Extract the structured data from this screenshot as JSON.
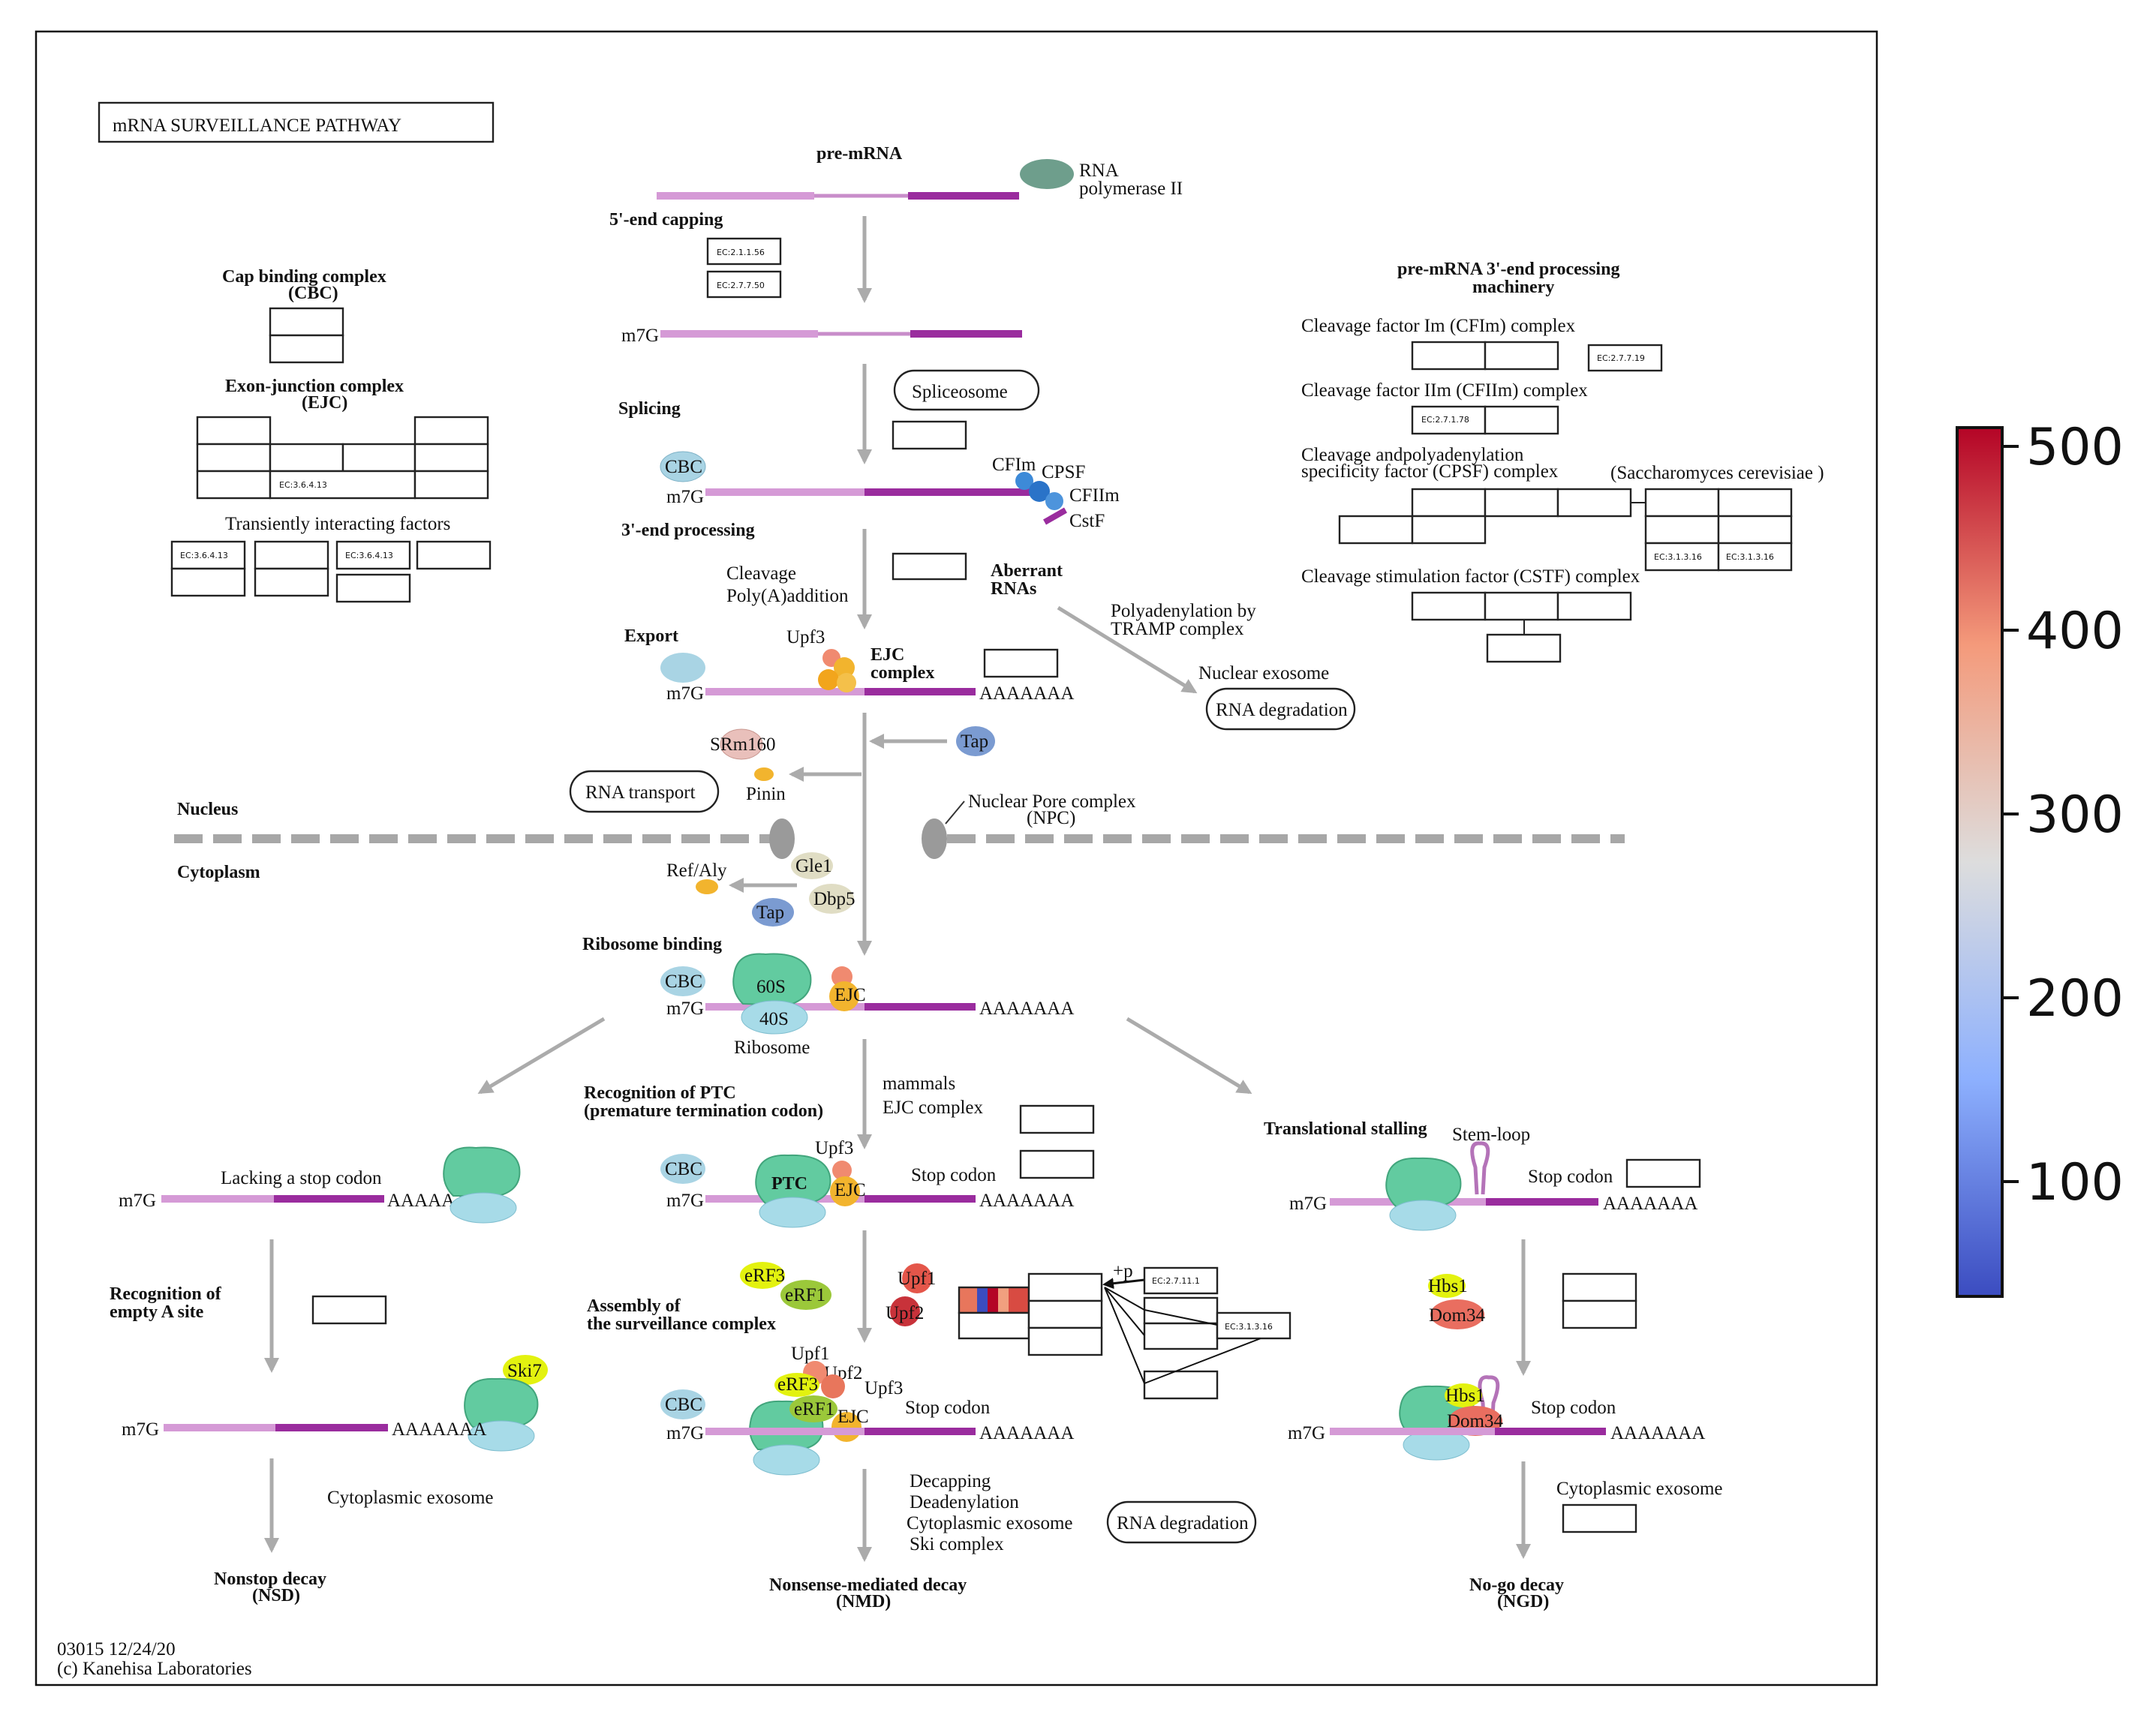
{
  "title": "mRNA  SURVEILLANCE  PATHWAY",
  "footer": {
    "id_date": "03015 12/24/20",
    "copyright": "(c) Kanehisa Laboratories"
  },
  "labels": {
    "pre_mrna": "pre-mRNA",
    "rna_pol": "RNA",
    "rna_pol2": "polymerase II",
    "capping": "5'-end capping",
    "cbc_title": "Cap binding complex",
    "cbc_sub": "(CBC)",
    "ejc_title": "Exon-junction complex",
    "ejc_sub": "(EJC)",
    "transient": "Transiently interacting factors",
    "splicing": "Splicing",
    "spliceosome": "Spliceosome",
    "end3_processing": "3'-end processing",
    "cleavage": "Cleavage",
    "polya_addition": "Poly(A)addition",
    "aberrant": "Aberrant",
    "aberrant2": "RNAs",
    "polyadenylation": "Polyadenylation by",
    "tramp": "TRAMP complex",
    "nuclear_exosome": "Nuclear exosome",
    "rna_degradation": "RNA degradation",
    "export": "Export",
    "ejc_complex": "EJC",
    "ejc_complex2": "complex",
    "srm160": "SRm160",
    "pinin": "Pinin",
    "rna_transport": "RNA transport",
    "tap": "Tap",
    "nucleus": "Nucleus",
    "cytoplasm": "Cytoplasm",
    "npc": "Nuclear Pore complex",
    "npc2": "(NPC)",
    "refaly": "Ref/Aly",
    "gle1": "Gle1",
    "dbp5": "Dbp5",
    "ribosome_binding": "Ribosome binding",
    "ribosome": "Ribosome",
    "s60": "60S",
    "s40": "40S",
    "cbc": "CBC",
    "ejc": "EJC",
    "m7g": "m7G",
    "polya": "AAAAAAA",
    "recog_ptc": "Recognition of PTC",
    "recog_ptc2": "(premature termination codon)",
    "mammals": "mammals",
    "mammals2": "EJC complex",
    "translational_stalling": "Translational stalling",
    "stem_loop": "Stem-loop",
    "stop_codon": "Stop codon",
    "lacking_stop": "Lacking a stop codon",
    "ptc": "PTC",
    "upf3": "Upf3",
    "upf1": "Upf1",
    "upf2": "Upf2",
    "erf3": "eRF3",
    "erf1": "eRF1",
    "hbs1": "Hbs1",
    "dom34": "Dom34",
    "ski7": "Ski7",
    "recog_empty": "Recognition of",
    "recog_empty2": "empty A site",
    "assembly": "Assembly of",
    "assembly2": "the surveillance complex",
    "plus_p": "+p",
    "cyto_exosome": "Cytoplasmic exosome",
    "decapping": "Decapping",
    "deadenylation": "Deadenylation",
    "cyto_exosome2": "Cytoplasmic exosome",
    "ski_complex": "Ski complex",
    "nsd": "Nonstop decay",
    "nsd2": "(NSD)",
    "nmd": "Nonsense-mediated decay",
    "nmd2": "(NMD)",
    "ngd": "No-go decay",
    "ngd2": "(NGD)",
    "machinery": "pre-mRNA 3'-end processing",
    "machinery2": "machinery",
    "cfim": "Cleavage factor Im (CFIm) complex",
    "cfiim": "Cleavage factor IIm (CFIIm) complex",
    "cpsf": "Cleavage andpolyadenylation",
    "cpsf2": "specificity factor (CPSF) complex",
    "yeast": "(Saccharomyces cerevisiae )",
    "cstf": "Cleavage stimulation factor (CSTF) complex",
    "cfim_s": "CFIm",
    "cpsf_s": "CPSF",
    "cfiim_s": "CFIIm",
    "cstf_s": "CstF"
  },
  "ec": {
    "e1": "EC:2.1.1.56",
    "e2": "EC:2.7.7.50",
    "e3": "EC:3.6.4.13",
    "e4": "EC:3.6.4.13",
    "e5": "EC:3.6.4.13",
    "e6": "EC:2.7.7.19",
    "e7": "EC:2.7.1.78",
    "e8": "EC:3.1.3.16",
    "e9": "EC:3.1.3.16",
    "e10": "EC:2.7.11.1",
    "e11": "EC:3.1.3.16"
  },
  "colorbar": {
    "ticks": [
      "500",
      "400",
      "300",
      "200",
      "100"
    ],
    "min": 40,
    "max": 515,
    "colors": [
      "#3b4cc0",
      "#8db0fe",
      "#dddddd",
      "#f49a7b",
      "#b40426"
    ]
  },
  "expression_colors": {
    "heat_cells": [
      "#e8765c",
      "#3b4cc0",
      "#b40426",
      "#f1a07f"
    ],
    "upf1": "#e4564a",
    "upf2": "#c8323a",
    "upf3_nmd": "#f08a70",
    "dom34": "#e96e60",
    "ski7": "#e3f20f",
    "hbs1": "#e3f20f"
  }
}
